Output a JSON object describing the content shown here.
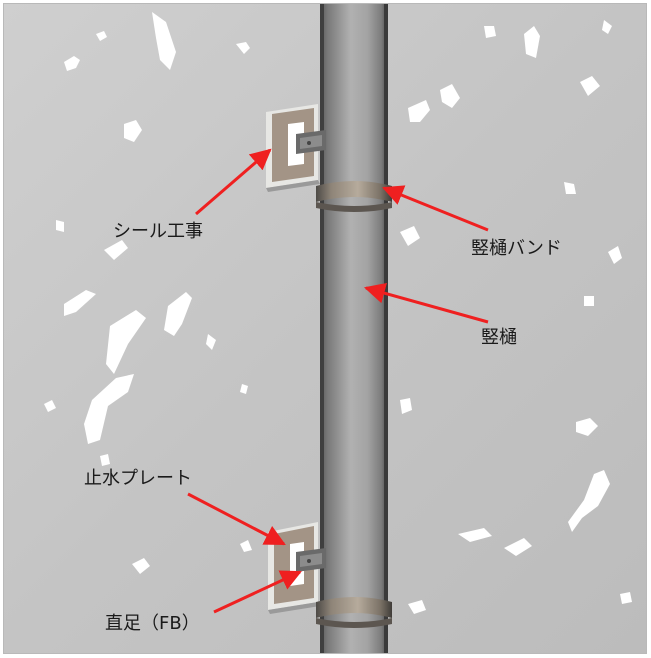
{
  "labels": {
    "seal_work": "シール工事",
    "downpipe_band": "竪樋バンド",
    "downpipe": "竪樋",
    "waterstop_plate": "止水プレート",
    "bracket_fb": "直足（FB）"
  },
  "colors": {
    "wall": "#c7c7c7",
    "pipe": "#a9a9a9",
    "arrow": "#ef2020",
    "plate": "#9c8d80",
    "band": "#8e8478"
  }
}
